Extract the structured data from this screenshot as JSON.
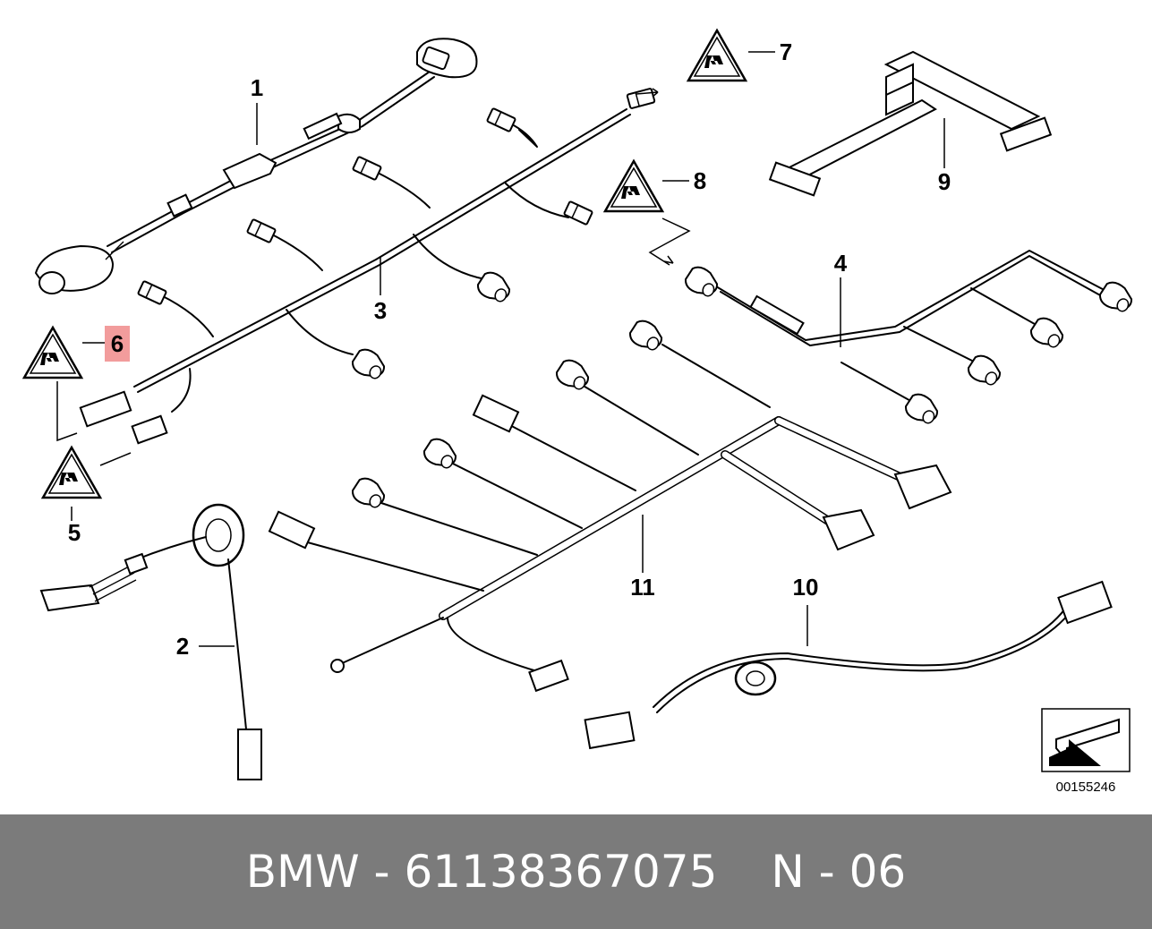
{
  "diagram": {
    "callouts": {
      "c1": "1",
      "c2": "2",
      "c3": "3",
      "c4": "4",
      "c5": "5",
      "c6": "6",
      "c7": "7",
      "c8": "8",
      "c9": "9",
      "c10": "10",
      "c11": "11"
    },
    "highlighted_callout": "6",
    "reference_number": "00155246",
    "highlight_color": "#f29c9c"
  },
  "footer": {
    "brand_part": "BMW - 61138367075",
    "position": "N - 06",
    "background": "#7b7b7b"
  }
}
